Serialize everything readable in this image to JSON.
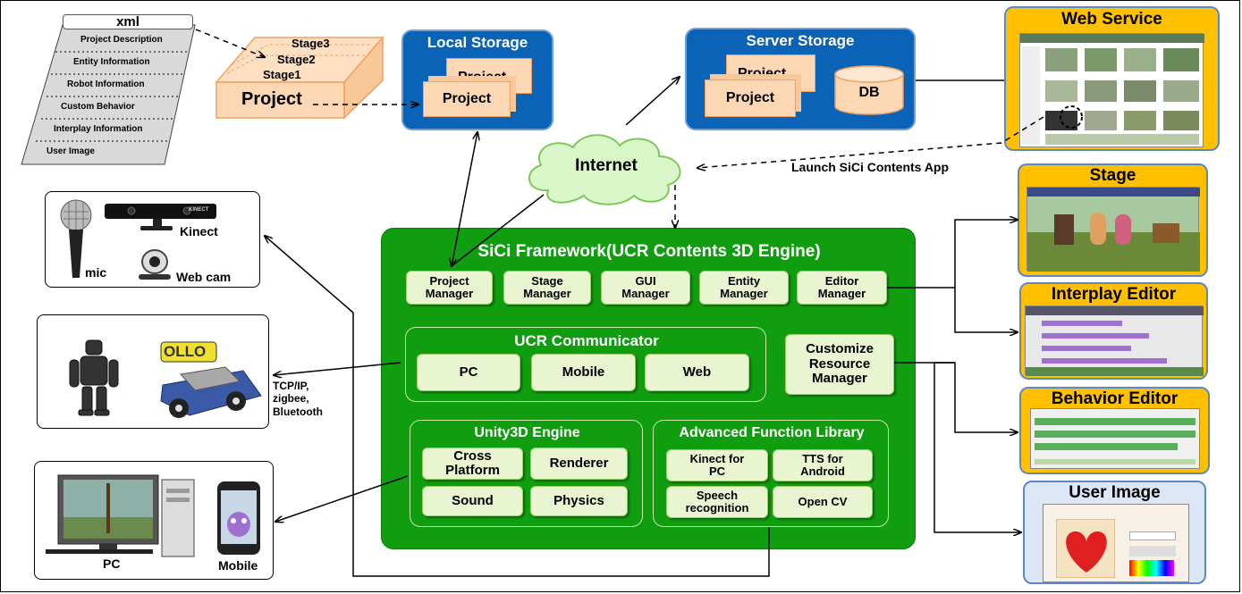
{
  "xml_doc": {
    "title": "xml",
    "items": [
      "Project Description",
      "Entity Information",
      "Robot Information",
      "Custom Behavior",
      "Interplay Information",
      "User Image"
    ]
  },
  "project_block": {
    "label": "Project",
    "stages": [
      "Stage3",
      "Stage2",
      "Stage1"
    ]
  },
  "local_storage": {
    "title": "Local Storage",
    "back_label": "Project",
    "front_label": "Project"
  },
  "server_storage": {
    "title": "Server Storage",
    "back_label": "Project",
    "front_label": "Project",
    "db_label": "DB"
  },
  "internet": {
    "label": "Internet"
  },
  "launch_label": "Launch SiCi Contents App",
  "framework": {
    "title": "SiCi Framework(UCR Contents 3D Engine)",
    "managers": [
      "Project\nManager",
      "Stage\nManager",
      "GUI\nManager",
      "Entity\nManager",
      "Editor\nManager"
    ],
    "communicator": {
      "title": "UCR Communicator",
      "items": [
        "PC",
        "Mobile",
        "Web"
      ]
    },
    "customize": "Customize\nResource\nManager",
    "unity": {
      "title": "Unity3D Engine",
      "items": [
        "Cross\nPlatform",
        "Renderer",
        "Sound",
        "Physics"
      ]
    },
    "afl": {
      "title": "Advanced Function Library",
      "items": [
        "Kinect for\nPC",
        "TTS for\nAndroid",
        "Speech\nrecognition",
        "Open CV"
      ]
    }
  },
  "input_devices": {
    "mic": "mic",
    "kinect": "Kinect",
    "kinect_logo": "KINECT",
    "webcam": "Web cam"
  },
  "robots": {
    "ollo_logo": "OLLO"
  },
  "comm_label": "TCP/IP,\nzigbee,\nBluetooth",
  "platforms": {
    "pc": "PC",
    "mobile": "Mobile"
  },
  "right_panels": {
    "web_service": "Web Service",
    "stage": "Stage",
    "interplay_editor": "Interplay Editor",
    "behavior_editor": "Behavior Editor",
    "user_image": "User Image"
  },
  "colors": {
    "framework_green": "#109e10",
    "storage_blue": "#0a63b6",
    "panel_orange": "#ffc000",
    "project_orange": "#fcd7b3",
    "userimage_blue": "#dce6f6"
  }
}
